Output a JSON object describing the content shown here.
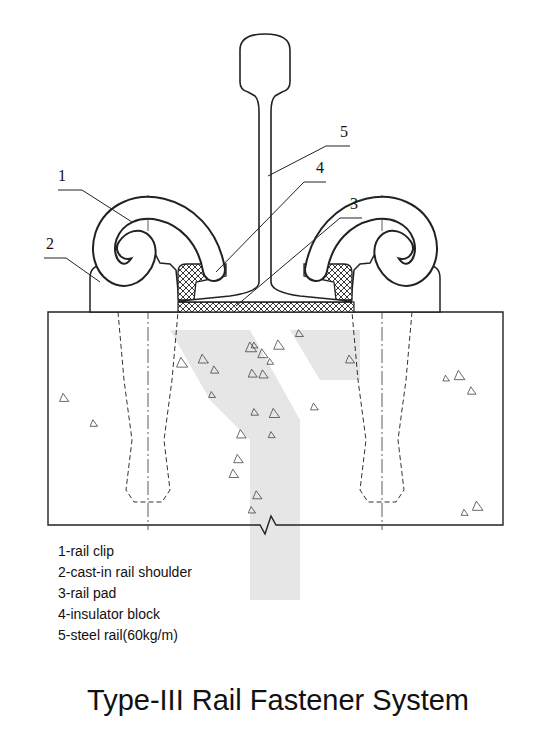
{
  "diagram": {
    "title": "Type-III Rail Fastener System",
    "labels": [
      "1",
      "2",
      "3",
      "4",
      "5",
      "1-rail clip",
      "2-cast-in rail shoulder",
      "3-rail pad",
      "4-insulator block",
      "5-steel rail(60kg/m)"
    ]
  }
}
